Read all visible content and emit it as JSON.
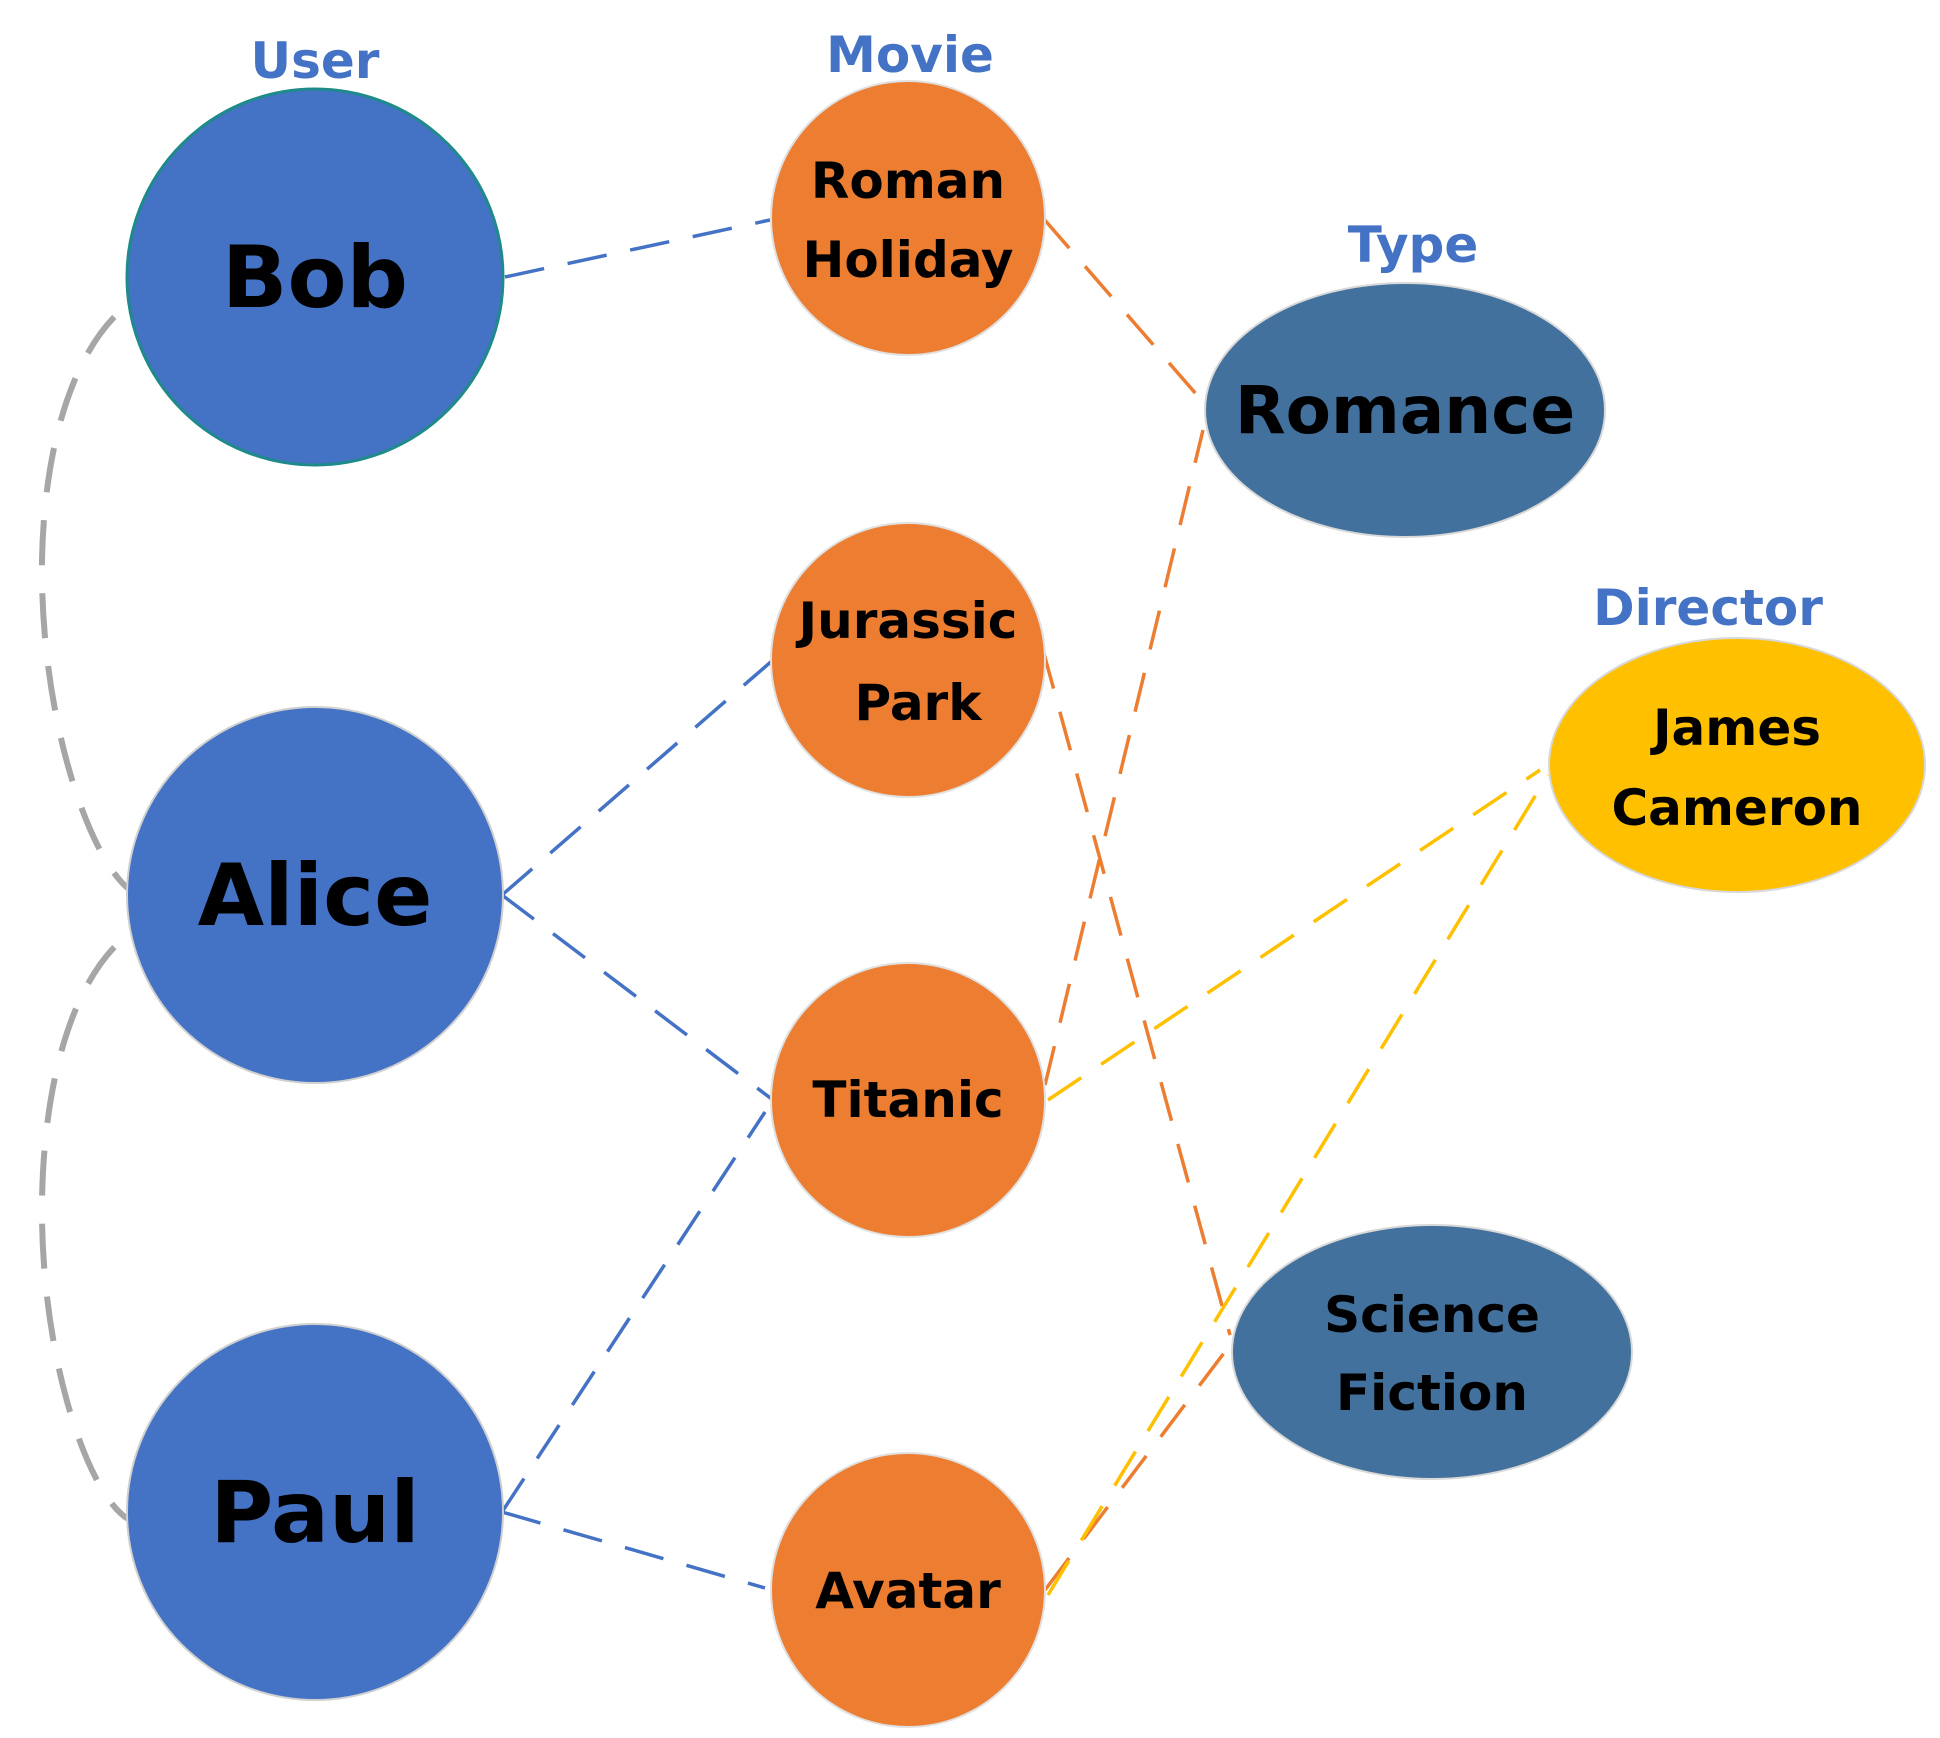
{
  "colors": {
    "user": "#4472C4",
    "user_edge": "#4472C4",
    "movie": "#ED7D31",
    "movie_edge": "#ED7D31",
    "type": "#41719C",
    "director": "#FFC000",
    "director_edge": "#FFC000",
    "similarity_edge": "#A6A6A6",
    "category_text": "#4472C4"
  },
  "categories": {
    "user": "User",
    "movie": "Movie",
    "type": "Type",
    "director": "Director"
  },
  "users": [
    {
      "id": "bob",
      "label": "Bob"
    },
    {
      "id": "alice",
      "label": "Alice"
    },
    {
      "id": "paul",
      "label": "Paul"
    }
  ],
  "movies": [
    {
      "id": "roman_holiday",
      "lines": [
        "Roman",
        "Holiday"
      ]
    },
    {
      "id": "jurassic_park",
      "lines": [
        "Jurassic",
        "Park"
      ]
    },
    {
      "id": "titanic",
      "lines": [
        "Titanic"
      ]
    },
    {
      "id": "avatar",
      "lines": [
        "Avatar"
      ]
    }
  ],
  "types": [
    {
      "id": "romance",
      "lines": [
        "Romance"
      ]
    },
    {
      "id": "science_fiction",
      "lines": [
        "Science",
        "Fiction"
      ]
    }
  ],
  "directors": [
    {
      "id": "james_cameron",
      "lines": [
        "James",
        "Cameron"
      ]
    }
  ],
  "edges": [
    {
      "from": "bob",
      "to": "roman_holiday",
      "kind": "user_movie"
    },
    {
      "from": "alice",
      "to": "jurassic_park",
      "kind": "user_movie"
    },
    {
      "from": "alice",
      "to": "titanic",
      "kind": "user_movie"
    },
    {
      "from": "paul",
      "to": "titanic",
      "kind": "user_movie"
    },
    {
      "from": "paul",
      "to": "avatar",
      "kind": "user_movie"
    },
    {
      "from": "roman_holiday",
      "to": "romance",
      "kind": "movie_type"
    },
    {
      "from": "titanic",
      "to": "romance",
      "kind": "movie_type"
    },
    {
      "from": "jurassic_park",
      "to": "science_fiction",
      "kind": "movie_type"
    },
    {
      "from": "avatar",
      "to": "science_fiction",
      "kind": "movie_type"
    },
    {
      "from": "titanic",
      "to": "james_cameron",
      "kind": "movie_director"
    },
    {
      "from": "avatar",
      "to": "james_cameron",
      "kind": "movie_director"
    },
    {
      "from": "bob",
      "to": "alice",
      "kind": "user_user"
    },
    {
      "from": "alice",
      "to": "paul",
      "kind": "user_user"
    }
  ]
}
